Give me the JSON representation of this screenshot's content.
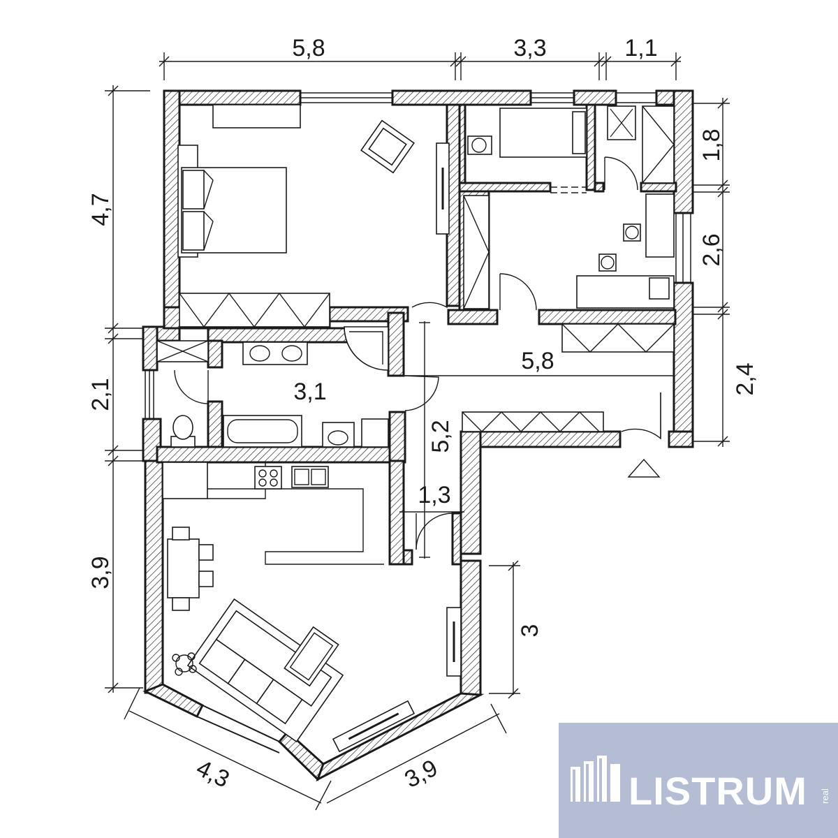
{
  "dimensions": {
    "top_left": "5,8",
    "top_mid": "3,3",
    "top_right": "1,1",
    "left_bedroom": "4,7",
    "left_bath": "2,1",
    "left_living": "3,9",
    "right_small_room": "1,8",
    "right_office": "2,6",
    "right_hall": "2,4",
    "hall_length": "5,8",
    "bathroom": "3,1",
    "corridor": "5,2",
    "kitchen_door": "1,3",
    "living_right": "3",
    "bottom_left": "4,3",
    "bottom_right": "3,9"
  },
  "logo": {
    "name": "LISTRUM",
    "suffix": "real"
  }
}
